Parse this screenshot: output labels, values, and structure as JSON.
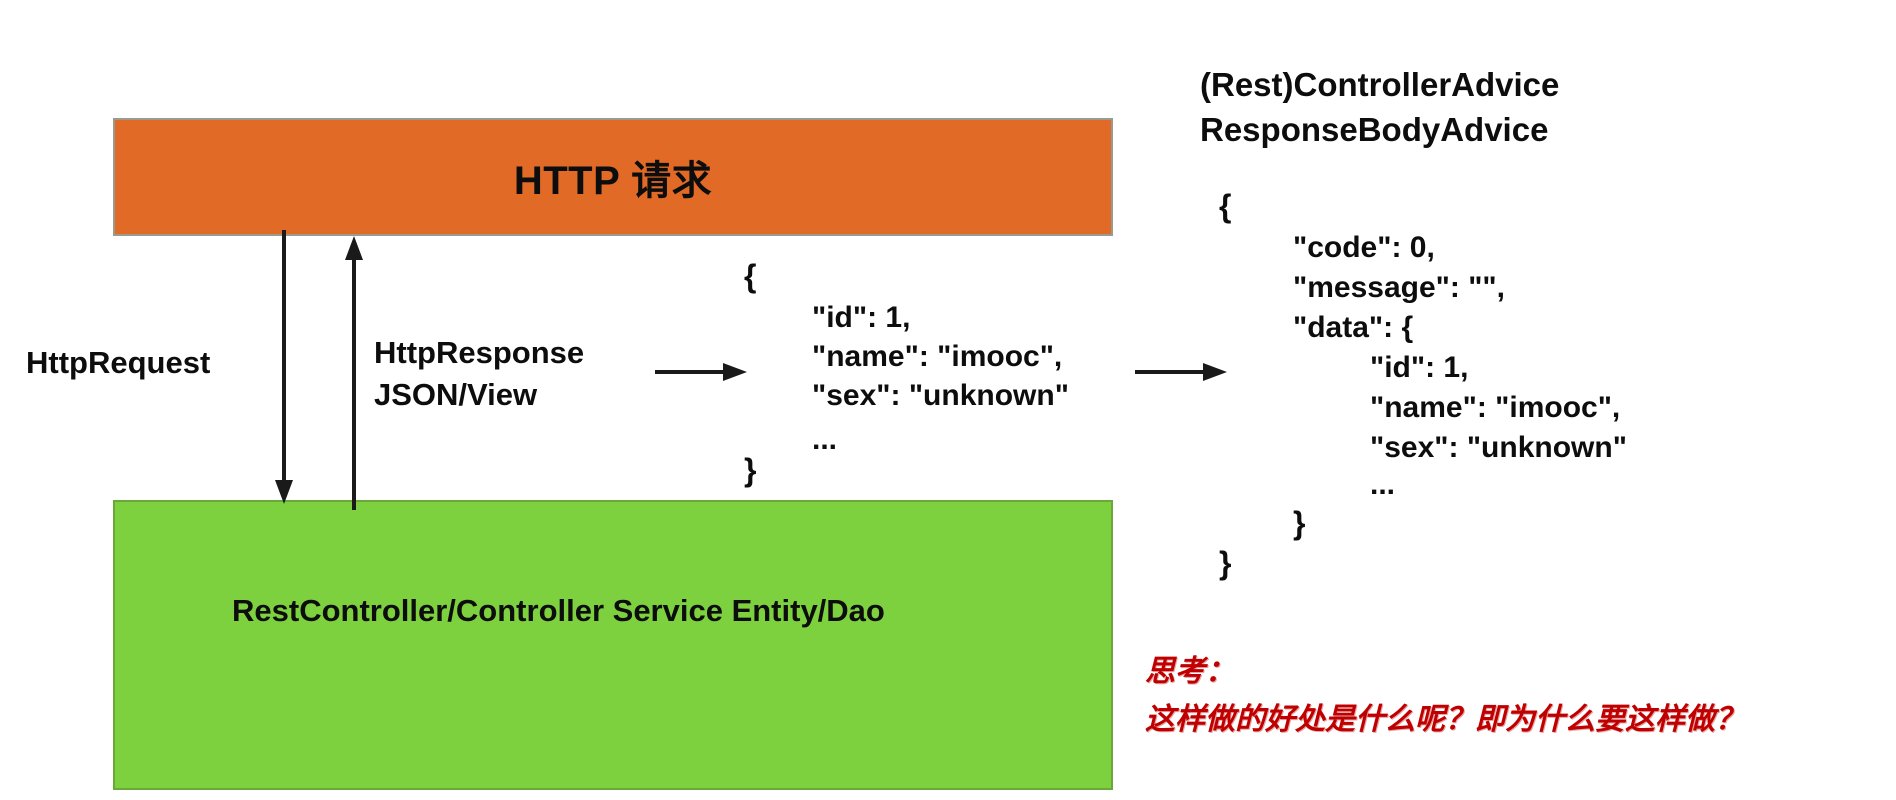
{
  "diagram": {
    "title": "HTTP request / response unified wrapper flow",
    "colors": {
      "http_box_fill": "#E06A26",
      "layer_box_fill": "#7DD13F",
      "note_red": "#C00000",
      "arrow_stroke": "#1a1a1a"
    },
    "http_box": {
      "label": "HTTP 请求"
    },
    "layer_box": {
      "lines": "RestController/Controller\nService\nEntity/Dao"
    },
    "labels": {
      "http_request": "HttpRequest",
      "http_response": "HttpResponse\nJSON/View"
    },
    "json_middle": {
      "open_brace": "{",
      "body": "\"id\": 1,\n\"name\": \"imooc\",\n\"sex\": \"unknown\"",
      "ellipsis": "...",
      "close_brace": "}"
    },
    "advice": {
      "title": "(Rest)ControllerAdvice\nResponseBodyAdvice"
    },
    "json_right": {
      "open_brace": "{",
      "level1": "\"code\": 0,\n\"message\": \"\",\n\"data\": {",
      "nested": "\"id\": 1,\n\"name\": \"imooc\",\n\"sex\": \"unknown\"",
      "ellipsis": "...",
      "close_inner": "}",
      "close_outer": "}"
    },
    "note": {
      "text": "思考：\n这样做的好处是什么呢？即为什么要这样做？"
    },
    "arrows": [
      {
        "name": "down-arrow-request",
        "direction": "down"
      },
      {
        "name": "up-arrow-response",
        "direction": "up"
      },
      {
        "name": "right-arrow-response-to-json",
        "direction": "right"
      },
      {
        "name": "right-arrow-json-to-advice",
        "direction": "right"
      }
    ]
  }
}
